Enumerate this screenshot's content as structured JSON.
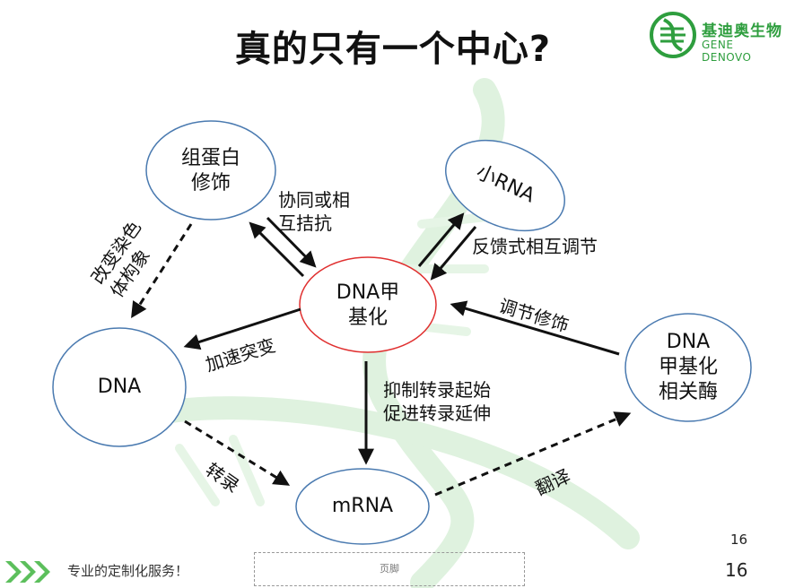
{
  "title": "真的只有一个中心?",
  "logo": {
    "name_cn": "基迪奥生物",
    "name_en": "GENE DENOVO",
    "icon": "dna-logo-icon"
  },
  "nodes": {
    "protein": [
      "组蛋白",
      "修饰"
    ],
    "smallrna": "小RNA",
    "dnamet": [
      "DNA甲",
      "基化"
    ],
    "dna": "DNA",
    "enzymes": [
      "DNA",
      "甲基化",
      "相关酶"
    ],
    "mrna": "mRNA"
  },
  "edges": {
    "synergy": [
      "协同或相",
      "互拮抗"
    ],
    "chromatin": [
      "改变染色",
      "体构象"
    ],
    "feedback": "反馈式相互调节",
    "regulate": "调节修饰",
    "accelerate": "加速突变",
    "inhibit": [
      "抑制转录起始",
      "促进转录延伸"
    ],
    "transcription": "转录",
    "translation": "翻译"
  },
  "footer": {
    "slogan": "专业的定制化服务！",
    "placeholder": "页脚",
    "page_small": "16",
    "page_big": "16"
  },
  "colors": {
    "accent_green": "#2e9e3e",
    "node_border_blue": "#4a7ab0",
    "center_border_red": "#e03030"
  }
}
